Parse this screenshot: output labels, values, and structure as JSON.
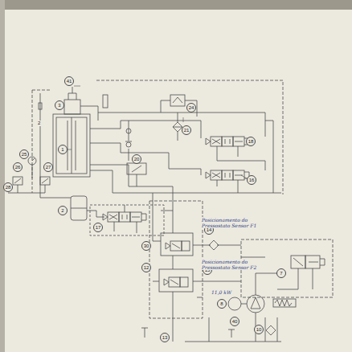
{
  "diagram": {
    "nodes": [
      {
        "text": [
          "41"
        ]
      },
      {
        "text": [
          "3"
        ]
      },
      {
        "text": [
          "1"
        ]
      },
      {
        "text": [
          "24"
        ]
      },
      {
        "text": [
          "21"
        ]
      },
      {
        "text": [
          "20"
        ]
      },
      {
        "text": [
          "18"
        ]
      },
      {
        "text": [
          "16"
        ]
      },
      {
        "text": [
          "25"
        ]
      },
      {
        "text": [
          "26"
        ]
      },
      {
        "text": [
          "27"
        ]
      },
      {
        "text": [
          "28"
        ]
      },
      {
        "text": [
          "2"
        ]
      },
      {
        "text": [
          "17"
        ]
      },
      {
        "text": [
          "30"
        ]
      },
      {
        "text": [
          "12"
        ]
      },
      {
        "text": [
          "14"
        ]
      },
      {
        "text": [
          "15"
        ]
      },
      {
        "text": [
          "7"
        ]
      },
      {
        "text": [
          "8"
        ]
      },
      {
        "text": [
          "10"
        ]
      },
      {
        "text": [
          "13"
        ]
      },
      {
        "text": [
          "40"
        ]
      }
    ],
    "edges": [],
    "labels": [
      "2",
      "Posicionamento do Pressostato Sensor F1",
      "Posicionamento do Pressostato Sensor F2",
      "11,0 kW"
    ]
  }
}
